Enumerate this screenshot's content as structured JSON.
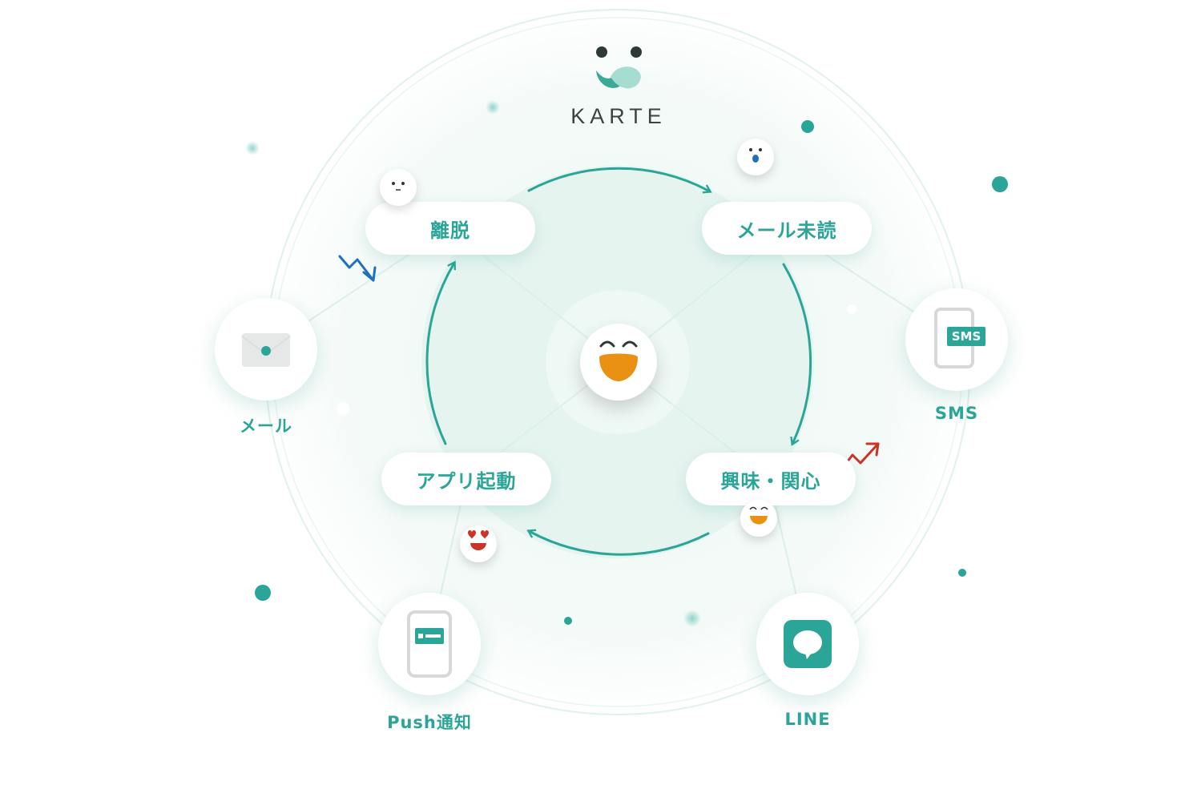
{
  "brand": {
    "name": "KARTE"
  },
  "stages": {
    "churn": "離脱",
    "unread": "メール未読",
    "interest": "興味・関心",
    "app_launch": "アプリ起動"
  },
  "channels": {
    "mail": "メール",
    "sms": "SMS",
    "sms_badge": "SMS",
    "push": "Push通知",
    "line": "LINE"
  },
  "colors": {
    "teal": "#2aa598",
    "orange": "#ea9012",
    "down_arrow": "#1f6fbf",
    "up_arrow": "#cc3327",
    "dark": "#2f3a37"
  }
}
